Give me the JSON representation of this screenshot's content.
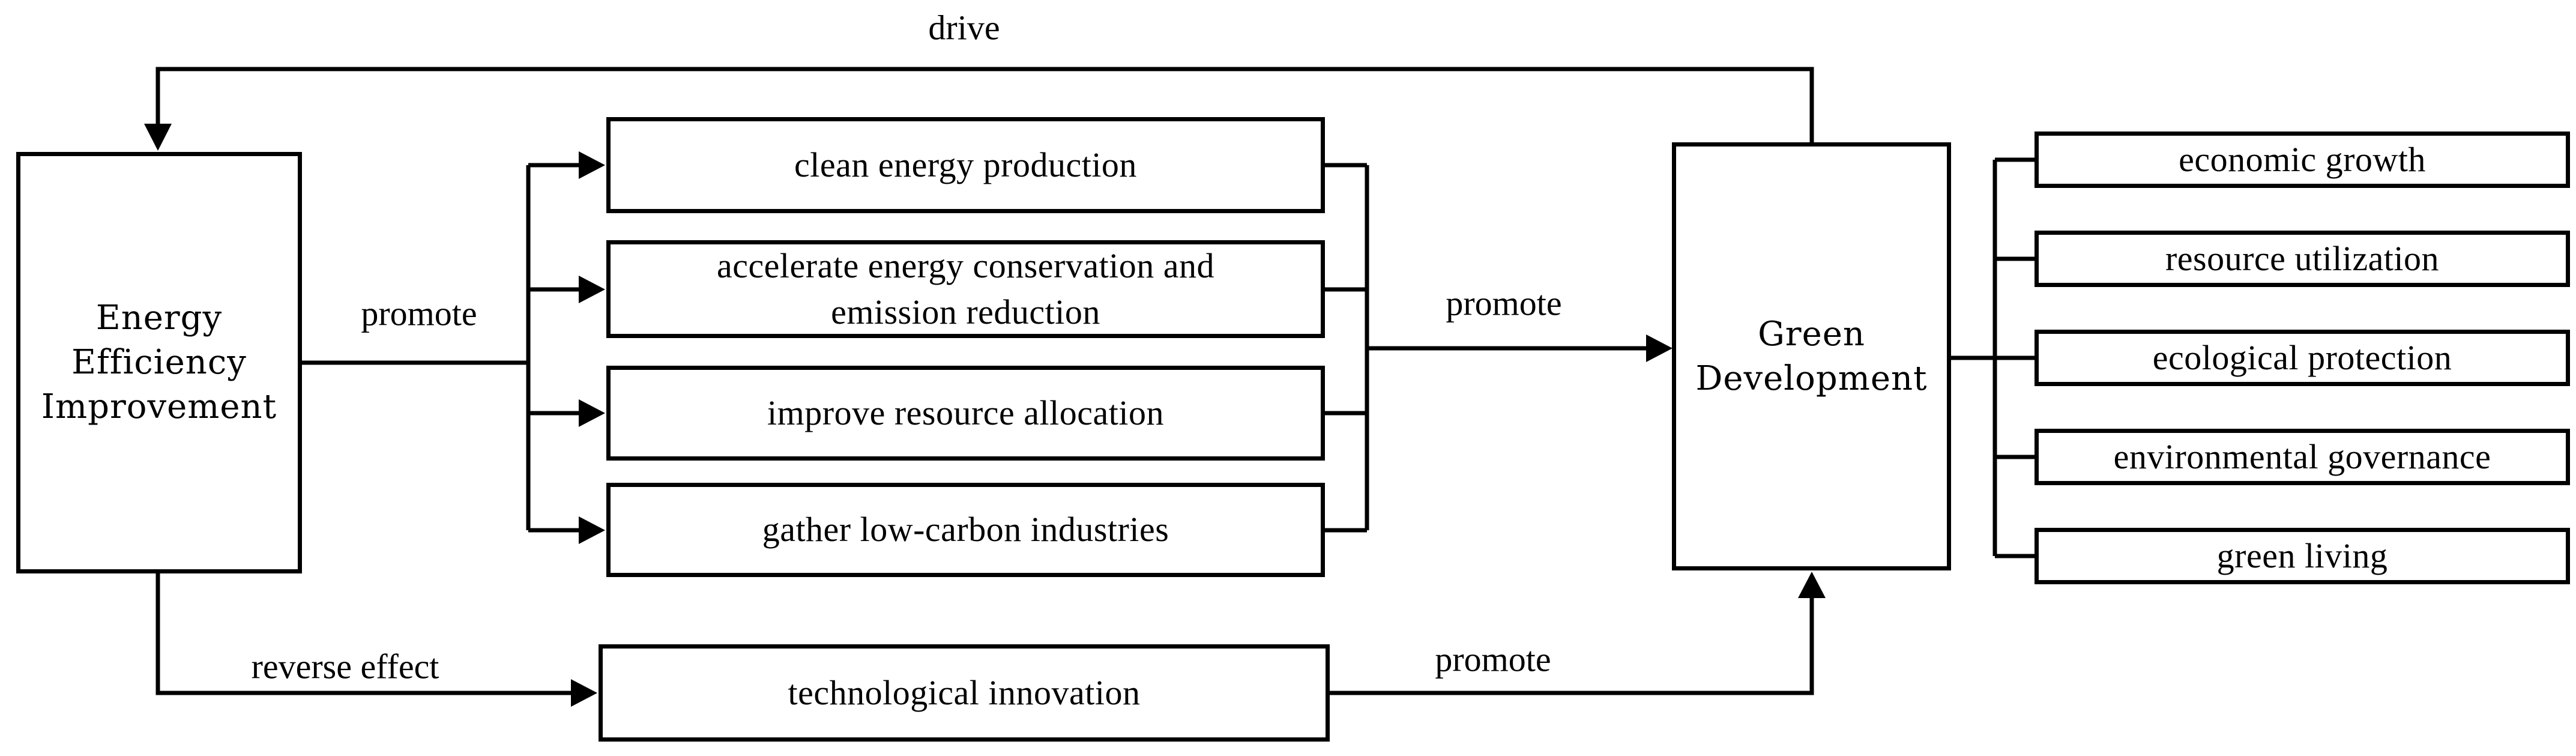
{
  "figure": {
    "background_color": "#ffffff",
    "line_color": "#000000",
    "nodes": {
      "source": "Energy\nEfficiency\nImprovement",
      "target": "Green\nDevelopment",
      "mediator": "technological innovation",
      "pathways": [
        "clean energy production",
        "accelerate energy conservation and\nemission reduction",
        "improve resource allocation",
        "gather low-carbon industries"
      ],
      "outcomes": [
        "economic growth",
        "resource utilization",
        "ecological protection",
        "environmental governance",
        "green living"
      ]
    },
    "edge_labels": {
      "drive": "drive",
      "promote_pathways": "promote",
      "promote_target": "promote",
      "reverse_effect": "reverse effect",
      "promote_mediator": "promote"
    }
  }
}
